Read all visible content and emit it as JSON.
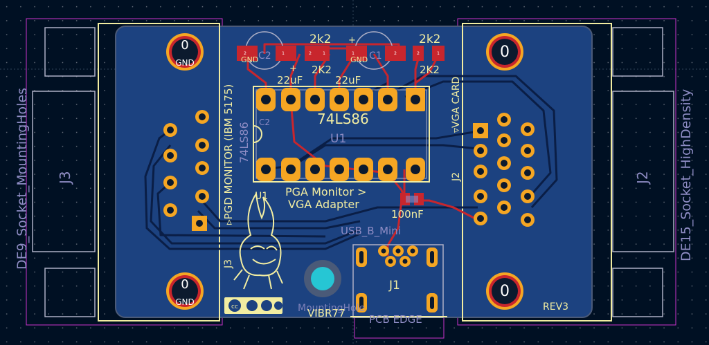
{
  "colors": {
    "background": "#001023",
    "board": "#1c4280",
    "copper_back": "#2f5fb0",
    "trace_back": "#0a1e46",
    "trace_front": "#c8262d",
    "silkscreen": "#f2eda1",
    "courtyard": "#cc33cc",
    "fab": "#8e8cc4",
    "via": "#26c6d4"
  },
  "labels": {
    "mounting_hole_pad": "0",
    "gnd": "GND",
    "r2_value": "2k2",
    "r1_value": "2k2",
    "r2_ref": "2K2",
    "r1_ref": "2K2",
    "c2_ref_pad": "C2",
    "c1_ref_pad": "C1",
    "plus": "+",
    "cap_value_c2": "22uF",
    "cap_value_c1": "22uF",
    "c2_label": "C2",
    "ic_value": "74LS86",
    "ic_ref": "U1",
    "ic_side_value": "74LS86",
    "ic_pin_ref": "U1",
    "vga_card": "▿VGA CARD",
    "pgd_monitor": "▹PGD MONITOR (IBM 5175)",
    "adapter_line1": "PGA Monitor >",
    "adapter_line2": "VGA Adapter",
    "cap3_value": "100nF",
    "usb_value": "USB_B_Mini",
    "usb_ref": "J1",
    "pcb_edge": "PCB EDGE",
    "j3_ref": "J3",
    "j3_ref_small": "J3",
    "j2_ref": "J2",
    "j2_small": "J2",
    "de9_name": "DE9_Socket_MountingHoles",
    "de15_name": "DE15_Socket_HighDensity",
    "rev": "REV3",
    "mounting_hole_name": "MountingHole",
    "author": "VIBR77",
    "pad_1": "1",
    "pad_2": "2",
    "cc_logo": "cc"
  }
}
